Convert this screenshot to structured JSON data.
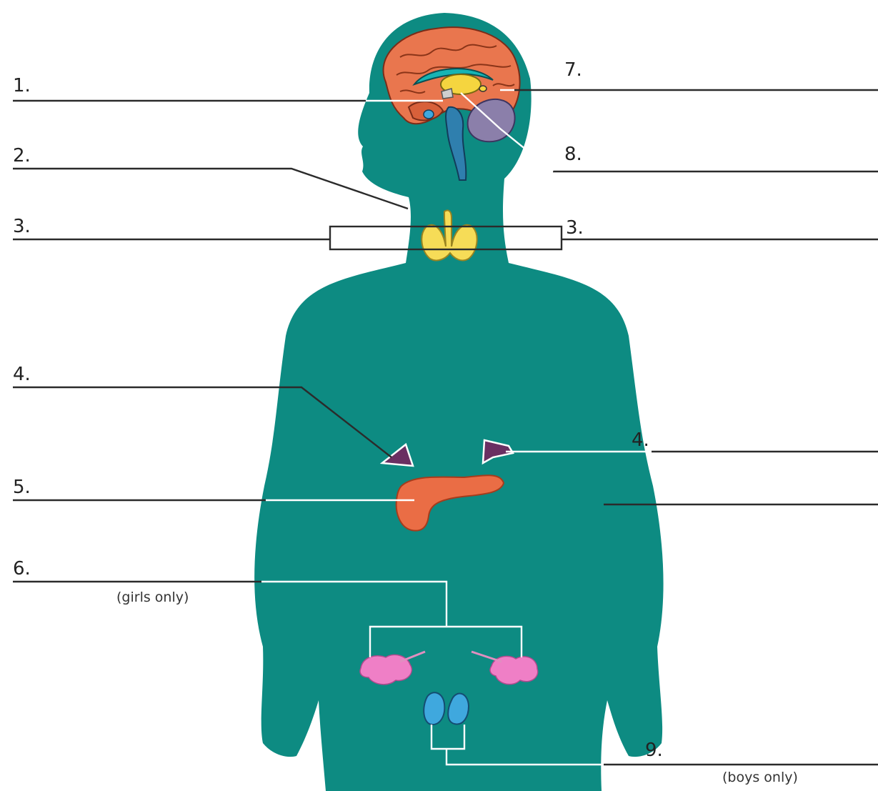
{
  "labels": {
    "l1": "1.",
    "l2": "2.",
    "l3_left": "3.",
    "l3_right": "3.",
    "l4_left": "4.",
    "l4_right": "4.",
    "l5": "5.",
    "l6": "6.",
    "l7": "7.",
    "l8": "8.",
    "l9": "9."
  },
  "notes": {
    "girls": "(girls only)",
    "boys": "(boys only)"
  },
  "colors": {
    "body": "#0d8b82",
    "brain": "#e9764e",
    "thyroid": "#f6dc57",
    "adrenal": "#6a2f62",
    "pancreas": "#ea6d45",
    "ovary": "#ef7fc6",
    "testis": "#3fa8de"
  }
}
